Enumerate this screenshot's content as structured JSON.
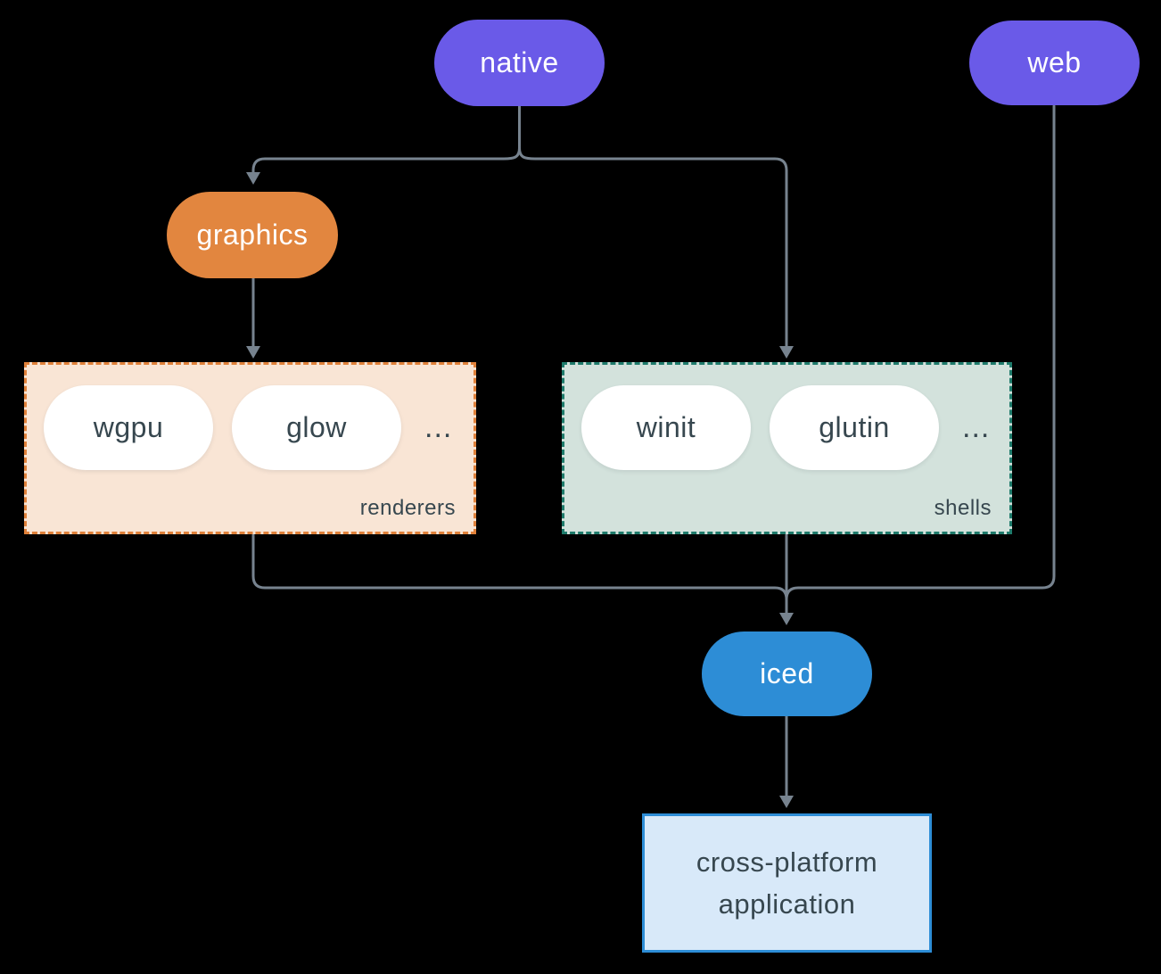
{
  "nodes": {
    "native": {
      "label": "native"
    },
    "web": {
      "label": "web"
    },
    "graphics": {
      "label": "graphics"
    },
    "iced": {
      "label": "iced"
    },
    "app": {
      "lines": [
        "cross-platform",
        "application"
      ]
    }
  },
  "groups": {
    "renderers": {
      "label": "renderers",
      "items": [
        "wgpu",
        "glow"
      ],
      "ellipsis": "..."
    },
    "shells": {
      "label": "shells",
      "items": [
        "winit",
        "glutin"
      ],
      "ellipsis": "..."
    }
  },
  "edges": [
    {
      "from": "native",
      "to": "graphics"
    },
    {
      "from": "native",
      "to": "shells"
    },
    {
      "from": "graphics",
      "to": "renderers"
    },
    {
      "from": "renderers",
      "to": "iced"
    },
    {
      "from": "shells",
      "to": "iced"
    },
    {
      "from": "web",
      "to": "iced"
    },
    {
      "from": "iced",
      "to": "app"
    }
  ],
  "colors": {
    "background": "#000000",
    "edge": "#77838f",
    "purple_node": "#6a5ae8",
    "orange_node": "#e2863f",
    "blue_node": "#2d8dd6",
    "white_pill": "#ffffff",
    "dark_text": "#37474f",
    "renderers_fill": "#f9e5d5",
    "renderers_border": "#e0813a",
    "shells_fill": "#d3e2dc",
    "shells_border": "#1e7b6b",
    "app_fill": "#d8e9f9",
    "app_border": "#2d8dd6"
  }
}
